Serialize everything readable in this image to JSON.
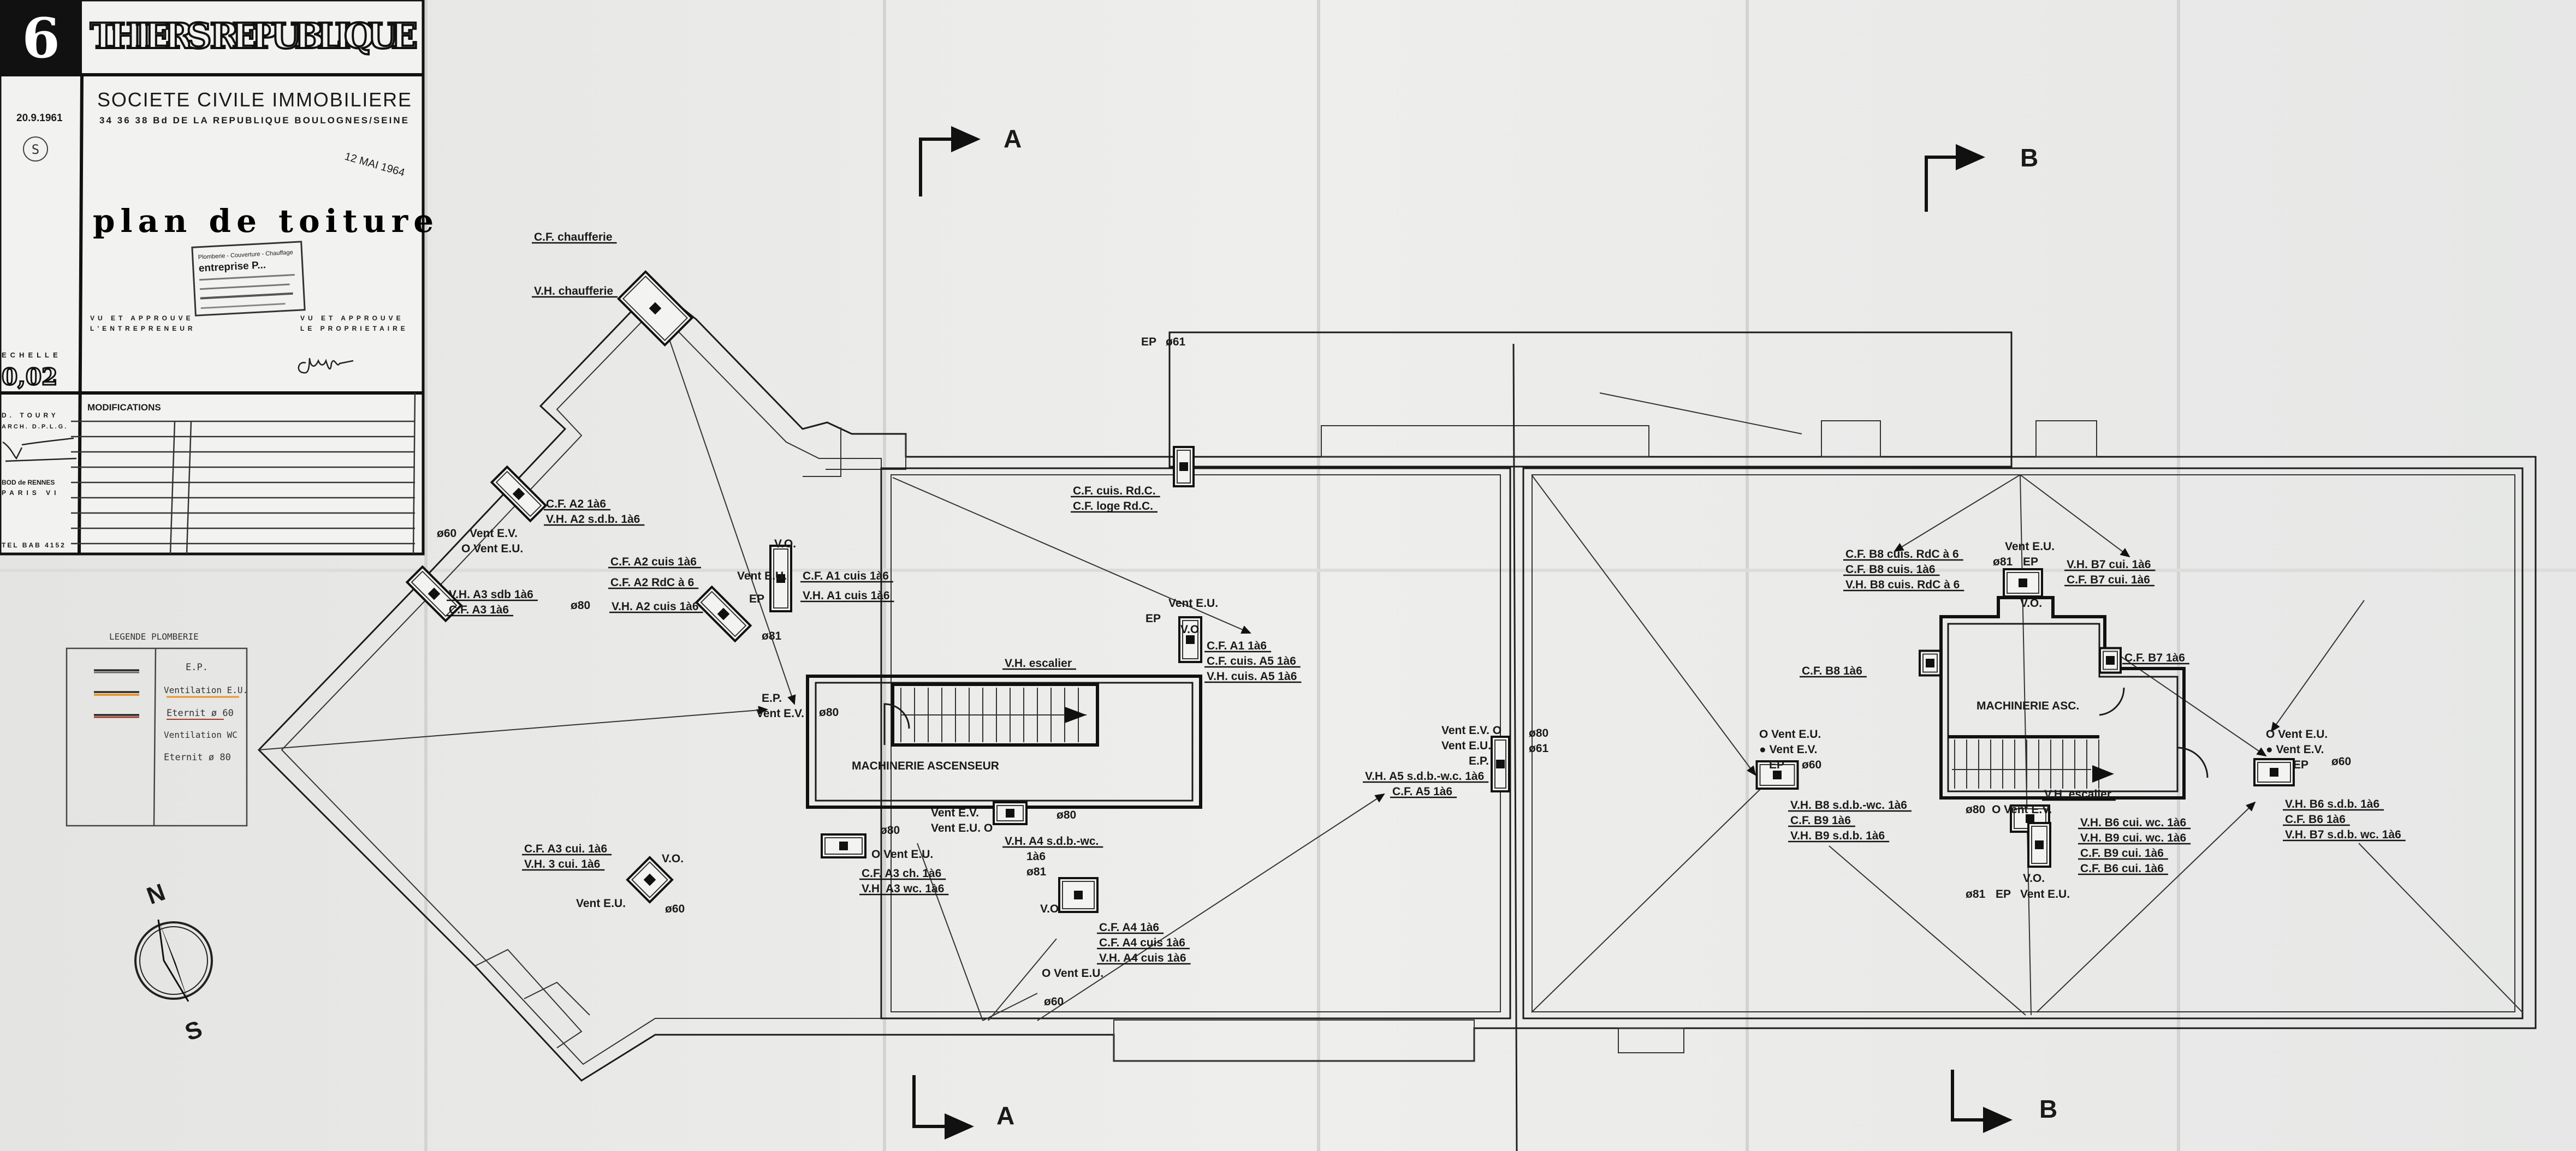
{
  "title_block": {
    "sheet_number": "6",
    "project": "THIERS REPUBLIQUE",
    "company": "SOCIETE CIVILE IMMOBILIERE",
    "address": "34 36 38 Bd DE LA REPUBLIQUE   BOULOGNES/SEINE",
    "date": "20.9.1961",
    "revision_mark": "S",
    "received_date": "12 MAI 1964",
    "drawing_title": "plan de toiture",
    "stamp": {
      "line1": "Plomberie - Couverture - Chauffage",
      "line2": "entreprise P..."
    },
    "approval_contractor": [
      "VU ET APPROUVE",
      "L'ENTREPRENEUR"
    ],
    "approval_owner": [
      "VU ET APPROUVE",
      "LE PROPRIETAIRE"
    ],
    "scale_label": "ECHELLE",
    "scale": "0,02",
    "modifications_label": "MODIFICATIONS",
    "architect": [
      "D. TOURY",
      "ARCH. D.P.L.G."
    ],
    "architect_address": [
      "BOD de RENNES",
      "PARIS VI"
    ],
    "tel": "TEL BAB 4152"
  },
  "legend": {
    "title": "LEGENDE PLOMBERIE",
    "items": [
      "E.P.",
      "Ventilation E.U.",
      "Eternit ø 60",
      "Ventilation WC",
      "Eternit ø 80"
    ],
    "colors": {
      "ep": "#555555",
      "ventilation_eu": "#e8962e",
      "eternit_60": "#a33a2a"
    }
  },
  "compass": {
    "north": "N",
    "south": "S"
  },
  "sections": {
    "a": "A",
    "b": "B"
  },
  "rooms": {
    "machinerie_a": "MACHINERIE ASCENSEUR",
    "machinerie_b": "MACHINERIE ASC."
  },
  "labels": [
    "C.F. chaufferie",
    "V.H. chaufferie",
    "C.F. A2  1à6",
    "V.H. A2  s.d.b. 1à6",
    "ø60",
    "Vent E.V.",
    "O Vent E.U.",
    "V.H. A3 sdb 1à6",
    "C.F. A3 1à6",
    "ø80",
    "C.F. A2 cuis 1à6",
    "C.F. A2 RdC à 6",
    "V.H. A2 cuis 1à6",
    "V.O.",
    "Vent E.U.",
    "EP",
    "C.F. A1 cuis 1à6",
    "V.H. A1 cuis 1à6",
    "ø81",
    "E.P.",
    "Vent E.V.",
    "ø80",
    "V.H. escalier",
    "C.F. cuis. Rd.C.",
    "C.F. loge Rd.C.",
    "EP",
    "ø61",
    "Vent E.U.",
    "EP",
    "V.O.",
    "C.F. A1  1à6",
    "C.F. cuis. A5 1à6",
    "V.H. cuis. A5 1à6",
    "Vent E.V. O",
    "Vent E.U.",
    "E.P.",
    "ø80",
    "ø61",
    "V.H. A5  s.d.b.-w.c. 1à6",
    "C.F. A5  1à6",
    "C.F. A3 cui. 1à6",
    "V.H.  3 cui. 1à6",
    "V.O.",
    "Vent E.U.",
    "ø60",
    "O Vent E.U.",
    "C.F. A3 ch. 1à6",
    "V.H. A3 wc. 1à6",
    "ø80",
    "Vent E.V.",
    "Vent E.U. O",
    "ø80",
    "V.H. A4 s.d.b.-wc.",
    "1à6",
    "ø81",
    "V.O.",
    "C.F. A4  1à6",
    "C.F. A4 cuis 1à6",
    "V.H. A4 cuis 1à6",
    "O Vent E.U.",
    "ø60",
    "C.F. B8 cuis. RdC à 6",
    "C.F. B8 cuis. 1à6",
    "V.H. B8 cuis. RdC à 6",
    "Vent E.U.",
    "EP",
    "ø81",
    "V.H. B7 cui. 1à6",
    "C.F. B7 cui. 1à6",
    "V.O.",
    "C.F. B8 1à6",
    "C.F. B7 1à6",
    "O Vent E.U.",
    "● Vent E.V.",
    "EP",
    "ø60",
    "V.H. B8 s.d.b.-wc. 1à6",
    "C.F. B9  1à6",
    "V.H. B9 s.d.b. 1à6",
    "V.H. escalier",
    "ø80",
    "O Vent E.V.",
    "V.H. B6 cui. wc. 1à6",
    "V.H. B9 cui. wc. 1à6",
    "C.F. B9 cui. 1à6",
    "C.F. B6 cui. 1à6",
    "V.O.",
    "ø81",
    "EP",
    "Vent E.U.",
    "O Vent E.U.",
    "● Vent E.V.",
    "EP",
    "ø60",
    "V.H. B6 s.d.b. 1à6",
    "C.F. B6  1à6",
    "V.H. B7 s.d.b. wc. 1à6"
  ]
}
